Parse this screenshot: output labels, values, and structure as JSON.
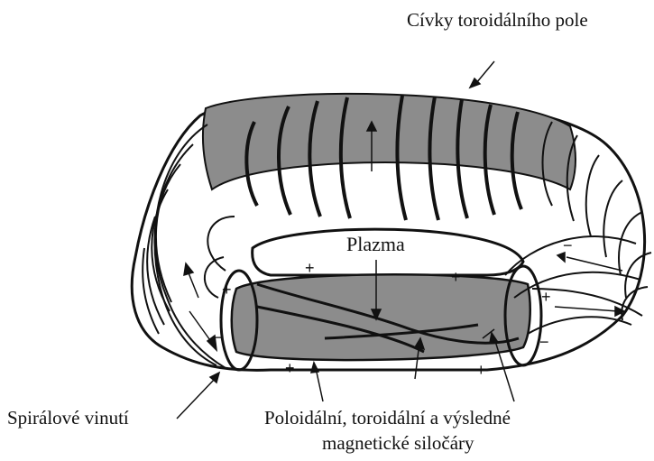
{
  "labels": {
    "toroidal_coils": "Cívky toroidálního pole",
    "plasma": "Plazma",
    "spiral_winding": "Spirálové vinutí",
    "field_lines_line1": "Poloidální, toroidální a výsledné",
    "field_lines_line2": "magnetické siločáry"
  },
  "signs": {
    "plus": "+",
    "minus": "−"
  },
  "colors": {
    "ink": "#111111",
    "plasma_fill": "#8c8c8c",
    "background": "#ffffff",
    "torus_fill": "#ffffff"
  }
}
